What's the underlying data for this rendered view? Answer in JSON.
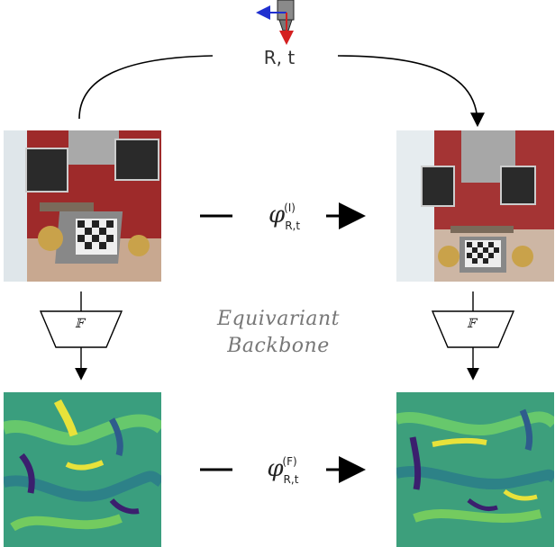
{
  "transform_label": "R, t",
  "image_map": {
    "symbol": "φ",
    "subscript": "R,t",
    "superscript": "(I)"
  },
  "feature_map": {
    "symbol": "φ",
    "subscript": "R,t",
    "superscript": "(F)"
  },
  "backbone": {
    "line1": "Equivariant",
    "line2": "Backbone",
    "symbol": "𝔽"
  },
  "colors": {
    "arrow_red": "#d42020",
    "arrow_blue": "#2030d0",
    "wall_red": "#9e2a2a",
    "feature_base": "#3fa07a",
    "feature_yellow": "#e8e23a",
    "feature_purple": "#3b1f6e"
  },
  "icons": {
    "camera": "camera-icon"
  }
}
